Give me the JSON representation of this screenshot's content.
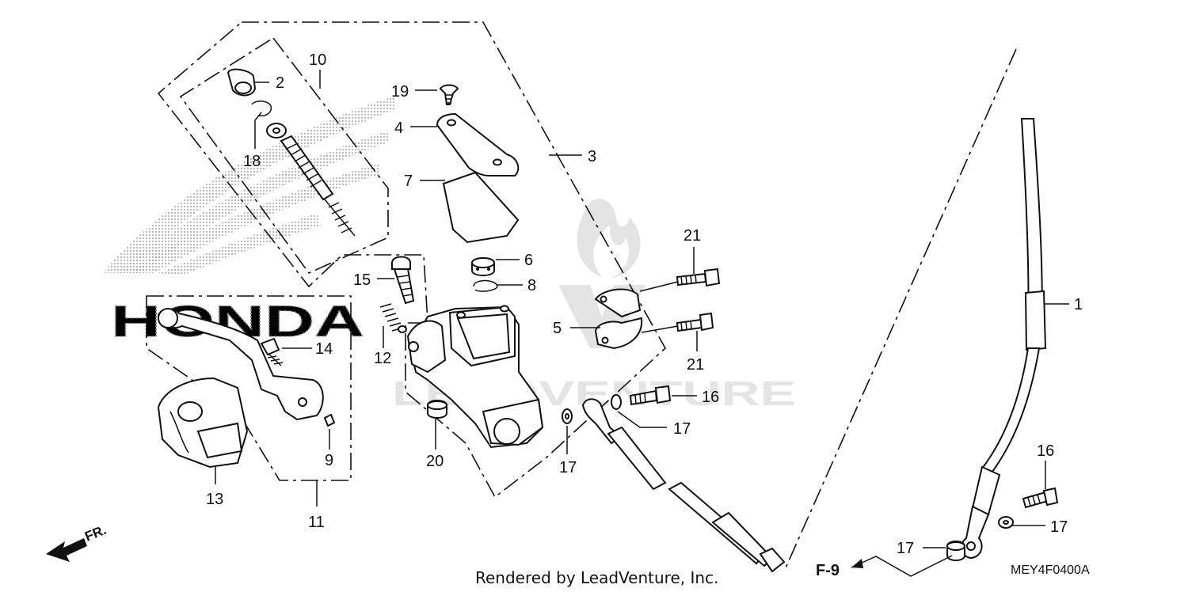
{
  "diagram": {
    "callouts": {
      "c1": "1",
      "c2": "2",
      "c3": "3",
      "c4": "4",
      "c5": "5",
      "c6": "6",
      "c7": "7",
      "c8": "8",
      "c9": "9",
      "c10": "10",
      "c11": "11",
      "c12": "12",
      "c13": "13",
      "c14": "14",
      "c15": "15",
      "c16a": "16",
      "c16b": "16",
      "c17a": "17",
      "c17b": "17",
      "c17c": "17",
      "c17d": "17",
      "c18": "18",
      "c19": "19",
      "c20": "20",
      "c21a": "21",
      "c21b": "21"
    },
    "direction_label": "FR.",
    "reference_label": "F-9",
    "watermark_brand": "HONDA",
    "watermark_vendor": "LEADVENTURE",
    "footer_text": "Rendered by LeadVenture, Inc.",
    "drawing_code": "MEY4F0400A"
  }
}
